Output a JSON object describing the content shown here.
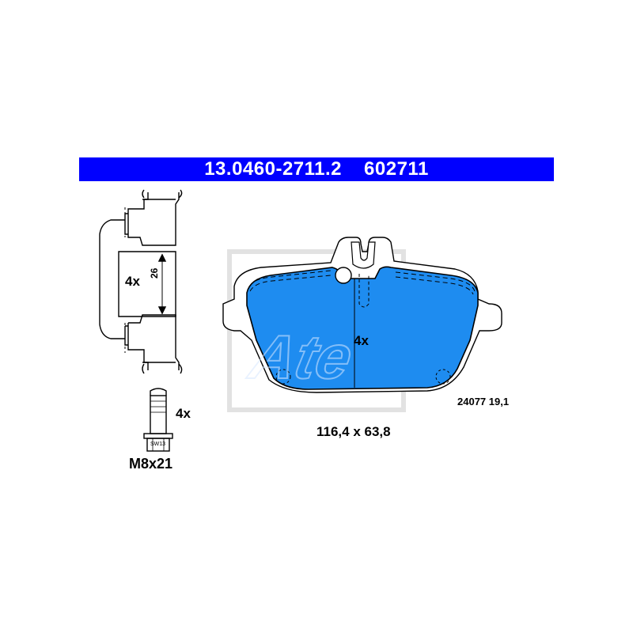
{
  "header": {
    "part_number": "13.0460-2711.2",
    "code": "602711",
    "color": "#0000ff"
  },
  "clip": {
    "qty": "4x",
    "dimension": "26"
  },
  "bolt": {
    "qty": "4x",
    "size": "M8x21",
    "wrench": "SW13"
  },
  "pad": {
    "qty": "4x",
    "dimensions": "116,4 x 63,8",
    "ref": "24077 19,1",
    "color": "#1e8cf0",
    "logo": "Ate"
  }
}
